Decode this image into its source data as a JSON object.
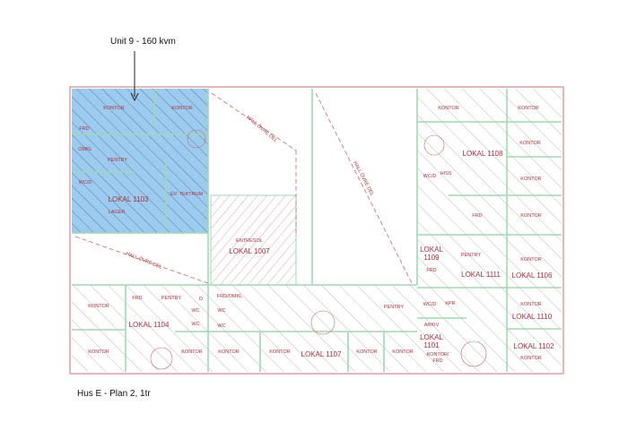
{
  "annotation": {
    "unit_label": "Unit 9 - 160 kvm"
  },
  "caption": "Hus E - Plan 2, 1tr",
  "colors": {
    "highlight": "#9ccbef",
    "wall": "#9fd8b4",
    "label": "#b0303a"
  },
  "unit_1103": [
    "KONTOR",
    "KONTOR",
    "FRD",
    "OMKL",
    "PENTRY",
    "WC/D",
    "LOKAL 1103",
    "LAGER",
    "EV. TEKTRUM"
  ],
  "hall": [
    "HALL ÖVRE DEL",
    "HALL ÖVRE DEL",
    "HALL ÖVRE DEL"
  ],
  "center": [
    "ENTRESOL",
    "LOKAL 1007"
  ],
  "right": [
    "KONTOR",
    "KONTOR",
    "LOKAL 1108",
    "KONTOR",
    "HISS",
    "WC/D",
    "KONTOR",
    "FRD",
    "KONTOR",
    "LOKAL",
    "1109",
    "PENTRY",
    "FRD",
    "LOKAL 1111",
    "KONTOR",
    "LOKAL 1106",
    "WC/D",
    "KPR",
    "KONTOR",
    "LOKAL 1110",
    "ARKIV",
    "LOKAL",
    "1101",
    "KONTOR/",
    "FRD",
    "LOKAL 1102",
    "KONTOR"
  ],
  "bottom": [
    "KONTOR",
    "FRD",
    "PENTRY",
    "D",
    "FRD/OMKL",
    "WC",
    "WC",
    "WC",
    "WC",
    "LOKAL 1104",
    "PENTRY",
    "KONTOR",
    "KONTOR",
    "KONTOR",
    "KONTOR",
    "LOKAL 1107",
    "KONTOR",
    "KONTOR"
  ]
}
